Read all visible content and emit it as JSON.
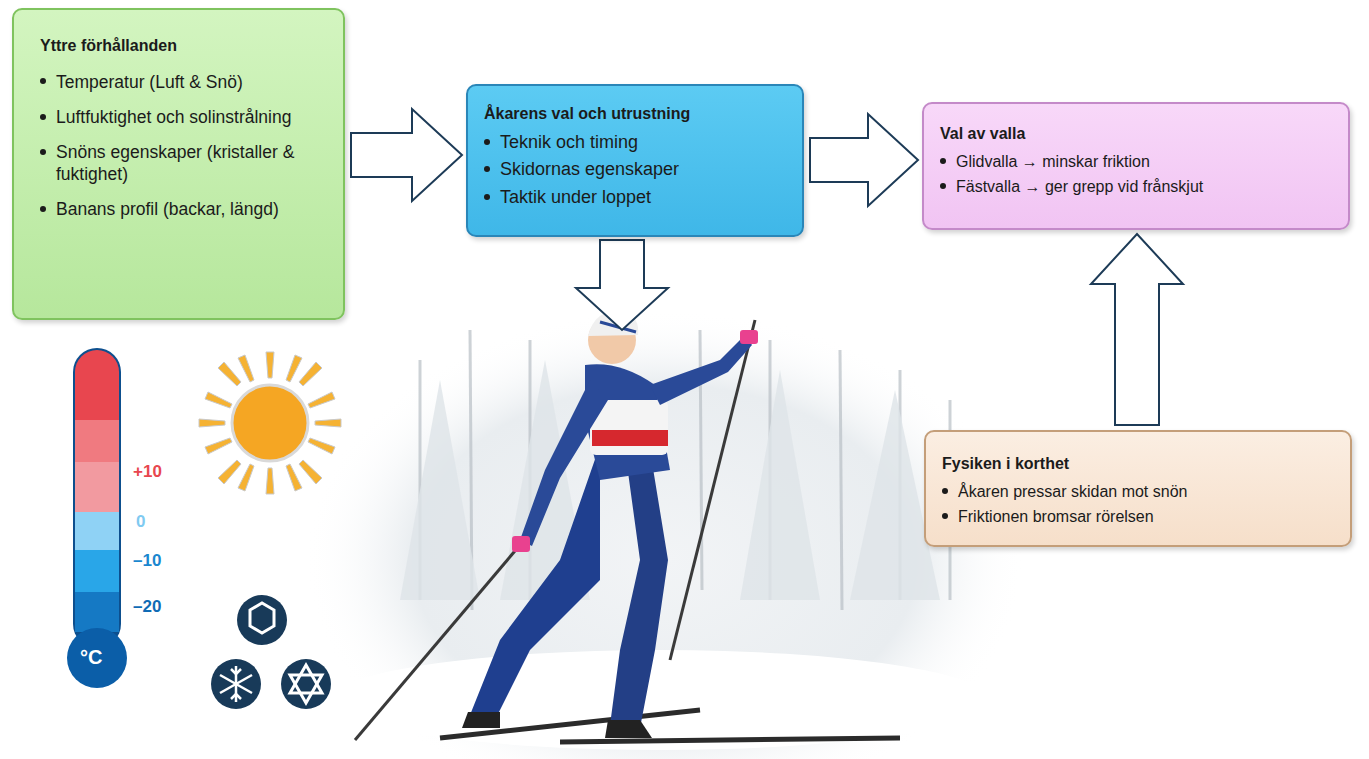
{
  "diagram": {
    "nodes": [
      {
        "text": [
          "Yttre förhållanden",
          "Temperatur (Luft & Snö)",
          "Luftfuktighet och solinstrålning",
          "Snöns egenskaper (kristaller & fuktighet)",
          "Banans profil (backar, längd)"
        ]
      },
      {
        "text": [
          "Åkarens val och utrustning",
          "Teknik och timing",
          "Skidornas egenskaper",
          "Taktik under loppet"
        ]
      },
      {
        "text": [
          "Val av valla",
          "Glidvalla → minskar friktion",
          "Fästvalla → ger grepp vid frånskjut"
        ]
      },
      {
        "text": [
          "Fysiken i korthet",
          "Åkaren pressar skidan mot snön",
          "Friktionen bromsar rörelsen"
        ]
      }
    ],
    "edges": [
      {
        "from": 0,
        "to": 1,
        "arrow": "to"
      },
      {
        "from": 1,
        "to": 2,
        "arrow": "to"
      },
      {
        "from": 3,
        "to": 2,
        "arrow": "to"
      }
    ],
    "labels": [
      "+10",
      "0",
      "–10",
      "–20",
      "°C"
    ]
  }
}
